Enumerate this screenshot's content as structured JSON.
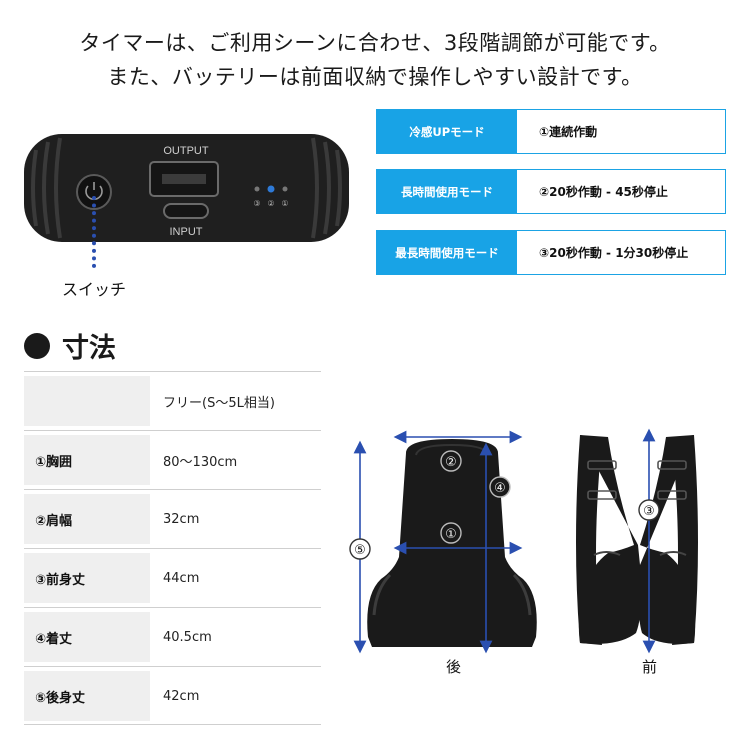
{
  "header": {
    "line1": "タイマーは、ご利用シーンに合わせ、3段階調節が可能です。",
    "line2": "また、バッテリーは前面収納で操作しやすい設計です。"
  },
  "battery": {
    "output_label": "OUTPUT",
    "input_label": "INPUT",
    "indicator_labels": [
      "③",
      "②",
      "①"
    ],
    "switch_label": "スイッチ"
  },
  "modes": [
    {
      "name": "冷感UPモード",
      "desc": "①連続作動"
    },
    {
      "name": "長時間使用モード",
      "desc": "②20秒作動 - 45秒停止"
    },
    {
      "name": "最長時間使用モード",
      "desc": "③20秒作動 - 1分30秒停止"
    }
  ],
  "size": {
    "heading": "寸法",
    "rows": [
      {
        "label": "",
        "value": "フリー(S〜5L相当)"
      },
      {
        "label": "①胸囲",
        "value": "80〜130cm"
      },
      {
        "label": "②肩幅",
        "value": "32cm"
      },
      {
        "label": "③前身丈",
        "value": "44cm"
      },
      {
        "label": "④着丈",
        "value": "40.5cm"
      },
      {
        "label": "⑤後身丈",
        "value": "42cm"
      }
    ]
  },
  "diagram": {
    "back_label": "後",
    "front_label": "前",
    "markers": {
      "m1": "①",
      "m2": "②",
      "m3": "③",
      "m4": "④",
      "m5": "⑤"
    }
  },
  "colors": {
    "accent_blue": "#18a3e6",
    "measure_blue": "#2a4fb0",
    "dark": "#1a1a1a"
  }
}
